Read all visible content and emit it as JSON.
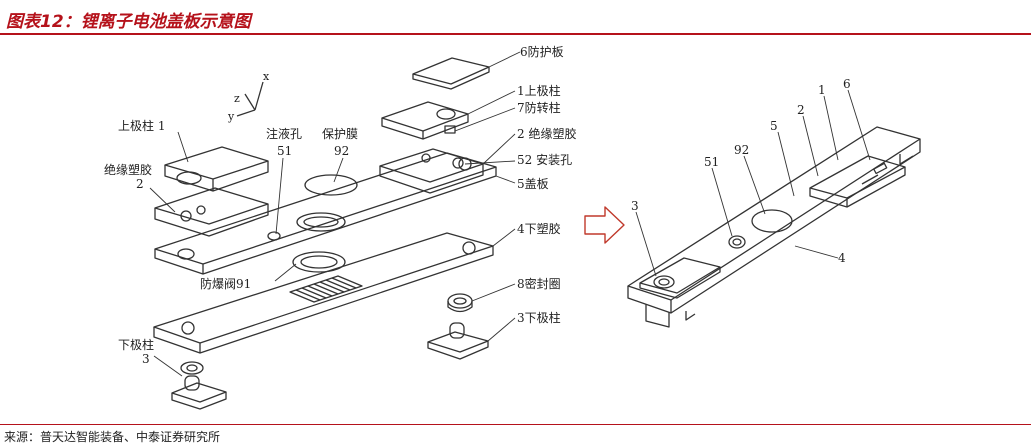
{
  "header": {
    "title": "图表12：锂离子电池盖板示意图"
  },
  "footer": {
    "source": "来源：普天达智能装备、中泰证券研究所"
  },
  "left_figure": {
    "axes": {
      "z": "z",
      "x": "x",
      "y": "y"
    },
    "labels": {
      "l6": "6防护板",
      "l1_upper": "1上极柱",
      "l7": "7防转柱",
      "l2_right": "2 绝缘塑胶",
      "l52": "52 安装孔",
      "l5": "5盖板",
      "l4": "4下塑胶",
      "l8": "8密封圈",
      "l3_right": "3下极柱",
      "upper_pole": "上极柱 1",
      "insul": "绝缘塑胶",
      "num2": "2",
      "inject": "注液孔",
      "num51": "51",
      "film": "保护膜",
      "num92": "92",
      "valve": "防爆阀91",
      "lower_pole": "下极柱",
      "num3": "3"
    }
  },
  "right_figure": {
    "labels": {
      "n3": "3",
      "n51": "51",
      "n92": "92",
      "n5": "5",
      "n2": "2",
      "n1": "1",
      "n6": "6",
      "n4": "4"
    }
  },
  "colors": {
    "brand": "#b5121b",
    "line": "#333333"
  }
}
